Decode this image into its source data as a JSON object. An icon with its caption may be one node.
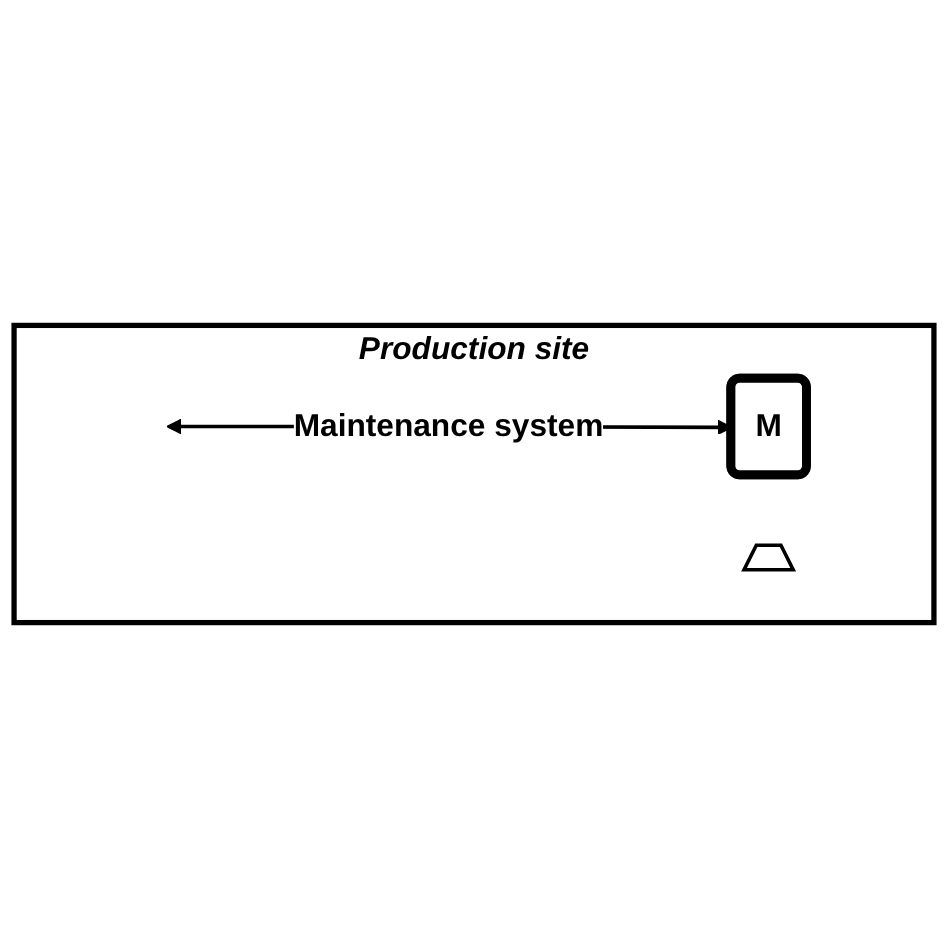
{
  "diagram": {
    "nodes": [
      {
        "text": [
          "Production site"
        ]
      },
      {
        "text": [],
        "shape": "trapezoid",
        "in": 0
      },
      {
        "text": [
          "M"
        ],
        "in": 0
      }
    ],
    "edges": [
      {
        "from": null,
        "to": 2,
        "arrow": "both",
        "label": "Maintenance system"
      }
    ]
  }
}
